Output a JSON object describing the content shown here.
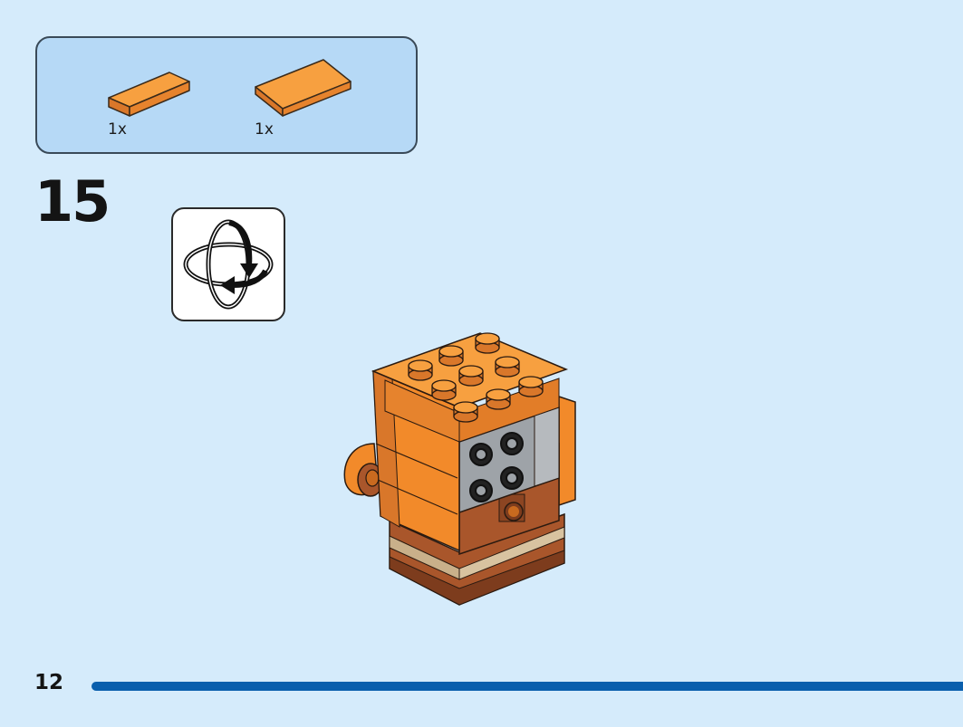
{
  "parts_callout": {
    "parts": [
      {
        "name": "orange-tile-1x2",
        "qty": "1x",
        "color": "#f28a2a"
      },
      {
        "name": "orange-tile-2x4",
        "qty": "1x",
        "color": "#f28a2a"
      }
    ]
  },
  "step": {
    "number": "15",
    "rotate_icon": "rotate-model-icon"
  },
  "model": {
    "colors": {
      "orange": "#f28a2a",
      "orange_dark": "#c96a1f",
      "brown": "#a9562b",
      "brown_dark": "#7d3c1d",
      "grey": "#9ea3a8",
      "tan": "#d8c3a0"
    }
  },
  "footer": {
    "page_number": "12",
    "progress": 1.0,
    "progress_color": "#0a5fad"
  }
}
